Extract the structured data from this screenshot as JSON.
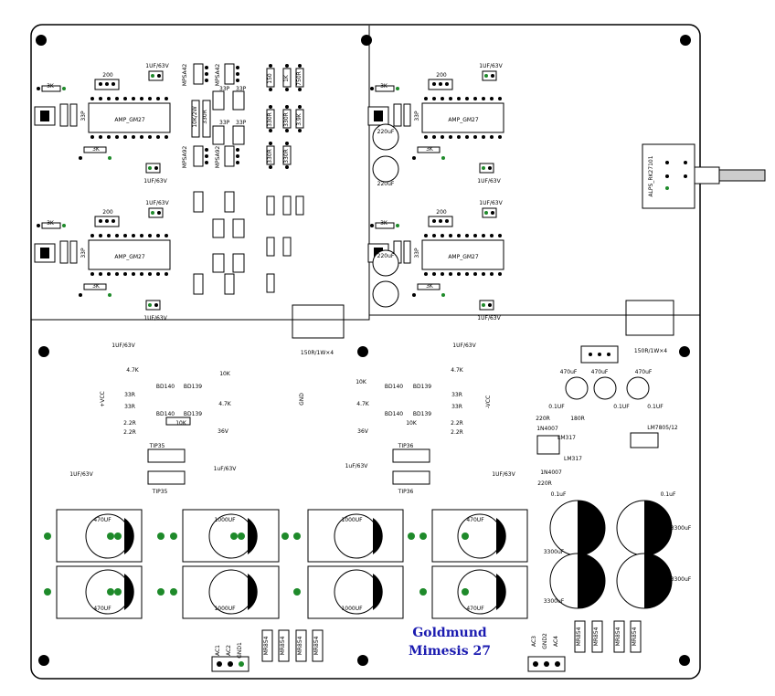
{
  "title": {
    "line1": "Goldmund",
    "line2": "Mimesis 27",
    "color": "#1a1ab0"
  },
  "ics": {
    "amp": "AMP_GM27",
    "pot": "ALPS_RK27101",
    "regulator_pos": "LM7805/12",
    "regulator_adj": "LM317"
  },
  "capacitors": {
    "c1uf": "1UF/63V",
    "c1uf_lower": "1uF/63V",
    "c220": "220uF",
    "c470": "470UF",
    "c470_lower": "470uF",
    "c1000": "1000UF",
    "c3300": "3300uF",
    "c33p": "33P",
    "c01": "0.1UF",
    "c01_lower": "0.1uF"
  },
  "resistors": {
    "r200": "200",
    "r3k": "3K",
    "r10k2w": "10K/2W",
    "r330": "330R",
    "r150": "150",
    "r150w4": "150R/1W×4",
    "r47k": "4.7K",
    "r33r": "33R",
    "r22r": "2.2R",
    "r10k": "10K",
    "r1k": "1K",
    "r750": "750R",
    "r3k9": "3.9K",
    "r220": "220R",
    "r180": "180R"
  },
  "transistors": {
    "mpsa42": "MPSA42",
    "mpsa92": "MPSA92",
    "bd140": "BD140",
    "bd139": "BD139",
    "tip35": "TIP35",
    "tip36": "TIP36"
  },
  "diodes": {
    "mr854": "MR854",
    "n4007": "1N4007"
  },
  "supply": {
    "pos": "+VCC",
    "neg": "-VCC",
    "gnd": "GND",
    "v36": "36V",
    "v36n": "36V"
  },
  "connectors": {
    "ac1": "AC1",
    "ac2": "AC2",
    "gnd1": "GND1",
    "ac3": "AC3",
    "gnd2": "GND2",
    "ac4": "AC4"
  },
  "colors": {
    "pad_green": "#1e8a2a",
    "line": "#000000"
  }
}
